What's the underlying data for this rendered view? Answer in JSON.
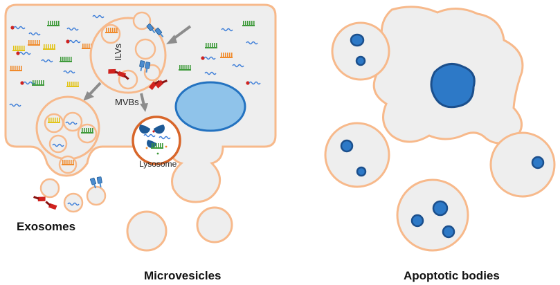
{
  "labels": {
    "ilvs": "ILVs",
    "mvbs": "MVBs",
    "lysosome": "Lysosome",
    "exosomes": "Exosomes",
    "microvesicles": "Microvesicles",
    "apoptotic_bodies": "Apoptotic bodies"
  },
  "colors": {
    "membrane": "#F7B98B",
    "cytoplasm": "#EEEEEE",
    "nucleus_fill": "#8FC3EA",
    "nucleus_stroke": "#2372C0",
    "apoptotic_nucleus_fill": "#2D79C7",
    "apoptotic_nucleus_stroke": "#1B4F8C",
    "lysosome_stroke": "#D8662A",
    "arrow": "#8C8C8C",
    "rna_blue": "#3C7DD8",
    "receptor_red": "#D0221E",
    "receptor_blue": "#4B8CCF",
    "lipid_orange": "#F08A2B",
    "lipid_green": "#3E9A3A",
    "lipid_yellow": "#E2C418"
  },
  "icons": {
    "arrow": "gray-arrow-icon",
    "rna": "rna-squiggle-icon",
    "protein": "protein-comb-icon",
    "receptor": "receptor-icon",
    "enzyme": "pacman-enzyme-icon"
  }
}
